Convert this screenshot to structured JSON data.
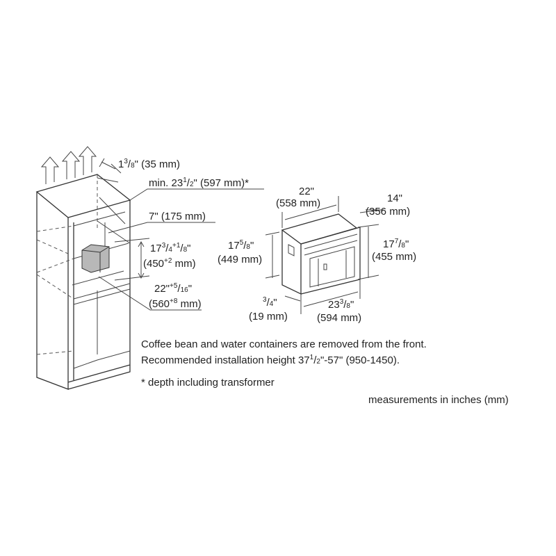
{
  "dimensions": {
    "vent_gap": {
      "whole": "1",
      "num": "3",
      "den": "8",
      "rest": "\" (35 mm)"
    },
    "min_depth": {
      "prefix": "min. 23",
      "num": "1",
      "den": "2",
      "rest": "\" (597 mm)*"
    },
    "inner_depth": {
      "text": "7\" (175 mm)"
    },
    "niche_height": {
      "whole": "17",
      "num": "3",
      "den": "4",
      "tol": "+1",
      "tolden": "8",
      "mm": "(450",
      "mmtol": "+2",
      "mmrest": " mm)"
    },
    "niche_width": {
      "whole": "22\"",
      "tol": "+5",
      "tolden": "16",
      "mm": "(560",
      "mmtol": "+8",
      "mmrest": " mm)"
    },
    "appliance_width": {
      "in": "22\"",
      "mm": "(558 mm)"
    },
    "appliance_depth": {
      "in": "14\"",
      "mm": "(356 mm)"
    },
    "body_height": {
      "whole": "17",
      "num": "5",
      "den": "8",
      "mm": "(449 mm)"
    },
    "front_height": {
      "whole": "17",
      "num": "7",
      "den": "8",
      "mm": "(455 mm)"
    },
    "front_overhang": {
      "num": "3",
      "den": "4",
      "mm": "(19 mm)"
    },
    "front_width": {
      "whole": "23",
      "num": "3",
      "den": "8",
      "mm": "(594 mm)"
    }
  },
  "notes": {
    "line1": "Coffee bean and water containers are removed from the front.",
    "line2_prefix": "Recommended installation height 37",
    "line2_num": "1",
    "line2_den": "2",
    "line2_rest": "\"-57\" (950-1450).",
    "footnote": "* depth including transformer",
    "units": "measurements in inches (mm)"
  },
  "colors": {
    "line": "#333333",
    "box_fill": "#b8b8b8"
  }
}
